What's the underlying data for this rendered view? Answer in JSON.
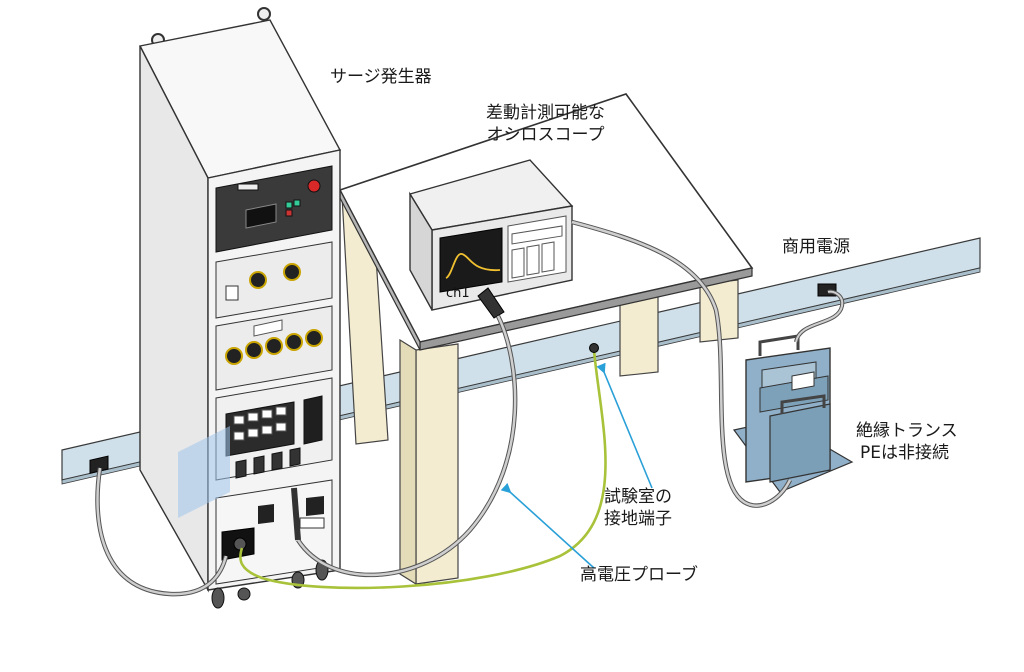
{
  "labels": {
    "surge_generator": "サージ発生器",
    "oscilloscope": [
      "差動計測可能な",
      "オシロスコープ"
    ],
    "mains_power": "商用電源",
    "isolation_transformer": [
      "絶縁トランス",
      "PEは非接続"
    ],
    "ground_terminal": [
      "試験室の",
      "接地端子"
    ],
    "hv_probe": "高電圧プローブ",
    "channel": "ch1"
  },
  "colors": {
    "wall_strip": "#cfe0ea",
    "table_leg": "#f3ecd0",
    "table_top": "#ffffff",
    "table_edge": "#7a7a7a",
    "rack": "#f4f4f4",
    "panel_dark": "#2b2b2b",
    "transformer": "#8fb0c8",
    "ground_wire": "#a8c23a",
    "annotation_arrow": "#2aa0d8",
    "cable": "#bfbfbf"
  },
  "icons": [
    "wall-outlet-icon",
    "red-button-icon",
    "waveform-icon",
    "eye-bolt-icon"
  ]
}
